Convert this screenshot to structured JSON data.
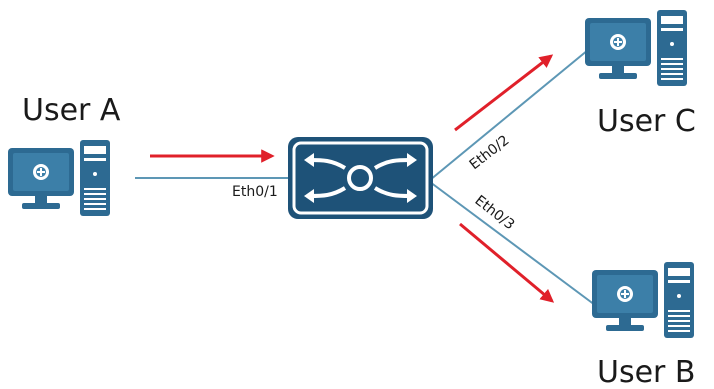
{
  "colors": {
    "device_fill": "#2d6a92",
    "device_dark": "#1e5278",
    "link_line": "#5d97b5",
    "flow_arrow": "#e0202a",
    "label_text": "#1a1a1a"
  },
  "hosts": [
    {
      "id": "user-a",
      "label": "User A",
      "icon": "desktop-computer-icon"
    },
    {
      "id": "user-c",
      "label": "User C",
      "icon": "desktop-computer-icon"
    },
    {
      "id": "user-b",
      "label": "User B",
      "icon": "desktop-computer-icon"
    }
  ],
  "switch": {
    "icon": "switch-icon"
  },
  "ports": {
    "a": "Eth0/1",
    "c": "Eth0/2",
    "b": "Eth0/3"
  }
}
